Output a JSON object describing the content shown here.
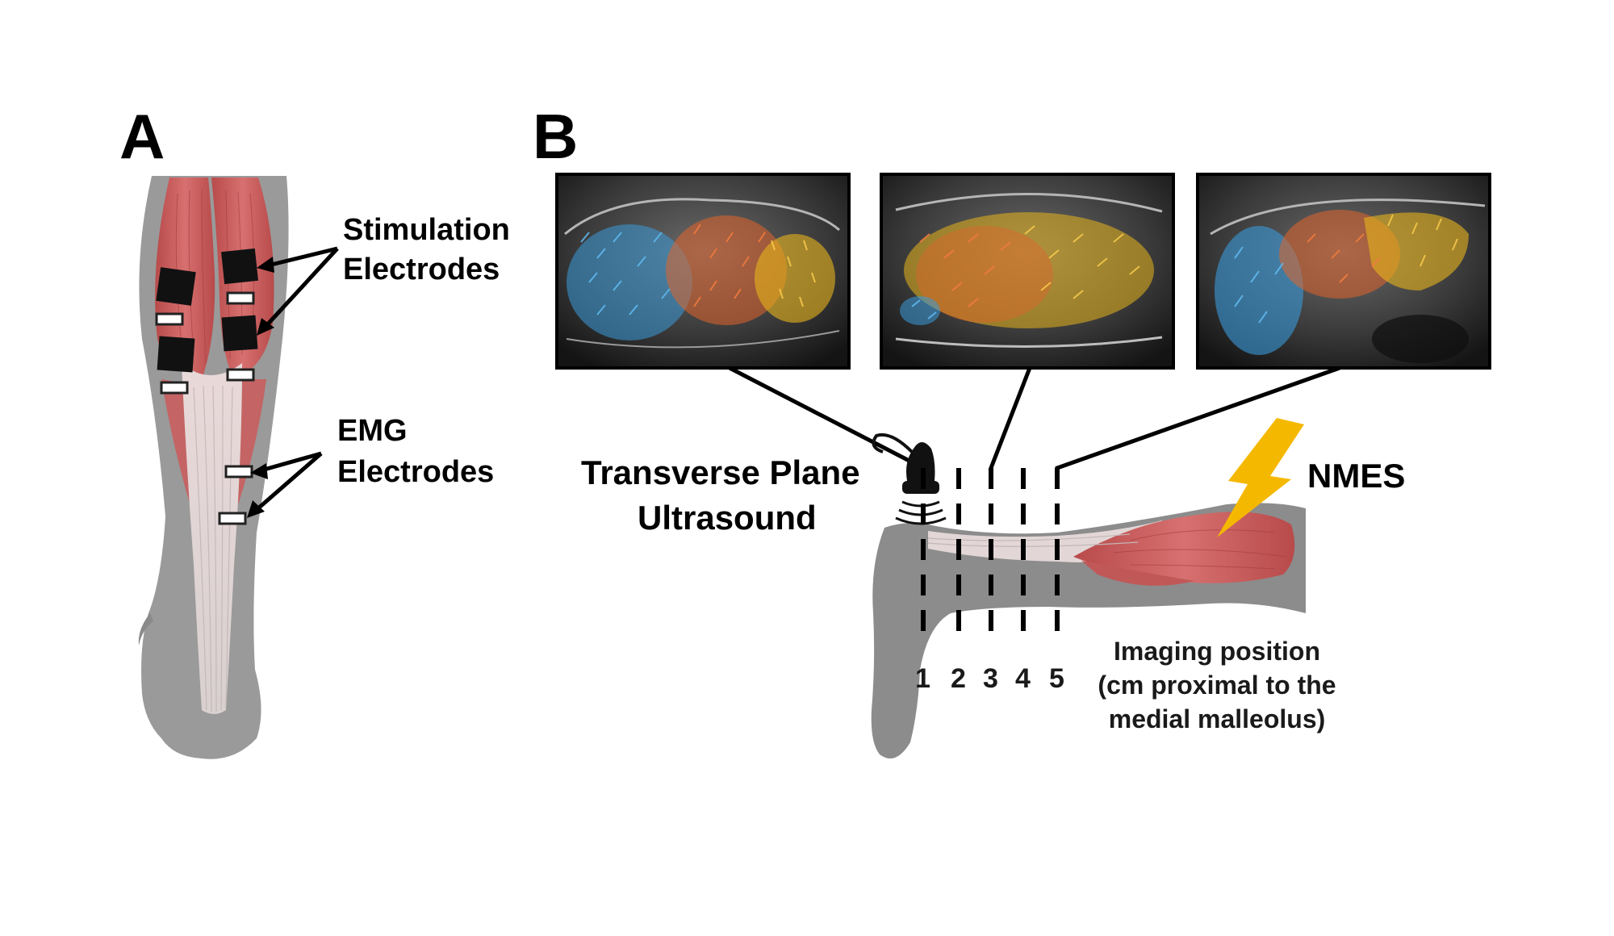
{
  "panel_a": {
    "letter": "A",
    "stimulation_label": [
      "Stimulation",
      "Electrodes"
    ],
    "emg_label": [
      "EMG",
      "Electrodes"
    ]
  },
  "panel_b": {
    "letter": "B",
    "probe_label": [
      "Transverse Plane",
      "Ultrasound"
    ],
    "nmes_label": "NMES",
    "positions": [
      "1",
      "2",
      "3",
      "4",
      "5"
    ],
    "imaging_label": [
      "Imaging position",
      "(cm proximal to the",
      "medial malleolus)"
    ]
  },
  "colors": {
    "muscle_red": "#c95a5a",
    "tendon": "#e6dcdc",
    "limb_gray": "#8c8c8c",
    "bolt_yellow": "#f5b800",
    "vector_blue": "#3a9ad9",
    "vector_orange": "#e0642a",
    "vector_yellow": "#e8b41c"
  }
}
